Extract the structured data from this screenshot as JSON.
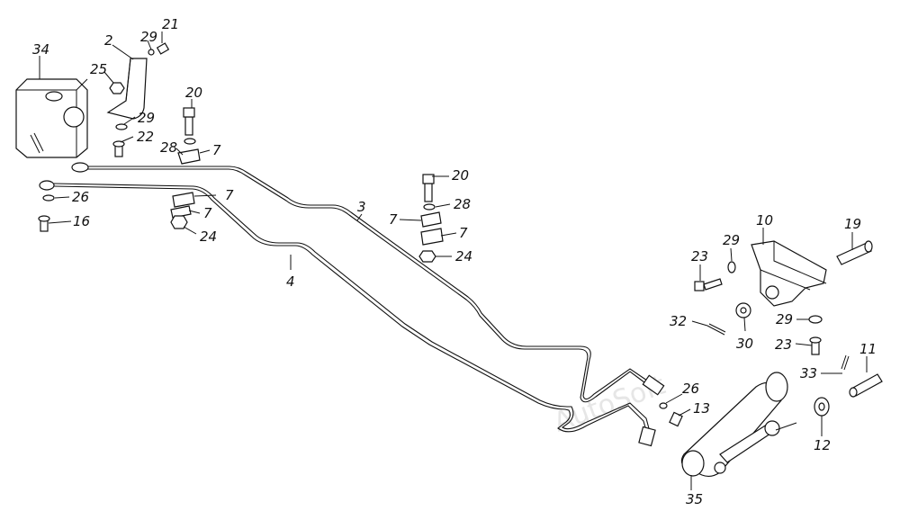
{
  "watermark": "AutoSoft",
  "labels": {
    "l34": "34",
    "l2": "2",
    "l21": "21",
    "l29a": "29",
    "l25": "25",
    "l29b": "29",
    "l22": "22",
    "l20a": "20",
    "l28a": "28",
    "l7a": "7",
    "l26a": "26",
    "l7b": "7",
    "l7c": "7",
    "l16": "16",
    "l24a": "24",
    "l3": "3",
    "l4": "4",
    "l20b": "20",
    "l28b": "28",
    "l7d": "7",
    "l7e": "7",
    "l24b": "24",
    "l10": "10",
    "l19": "19",
    "l23a": "23",
    "l29c": "29",
    "l32": "32",
    "l30": "30",
    "l29d": "29",
    "l23b": "23",
    "l33": "33",
    "l11": "11",
    "l26b": "26",
    "l13": "13",
    "l12": "12",
    "l35": "35"
  }
}
